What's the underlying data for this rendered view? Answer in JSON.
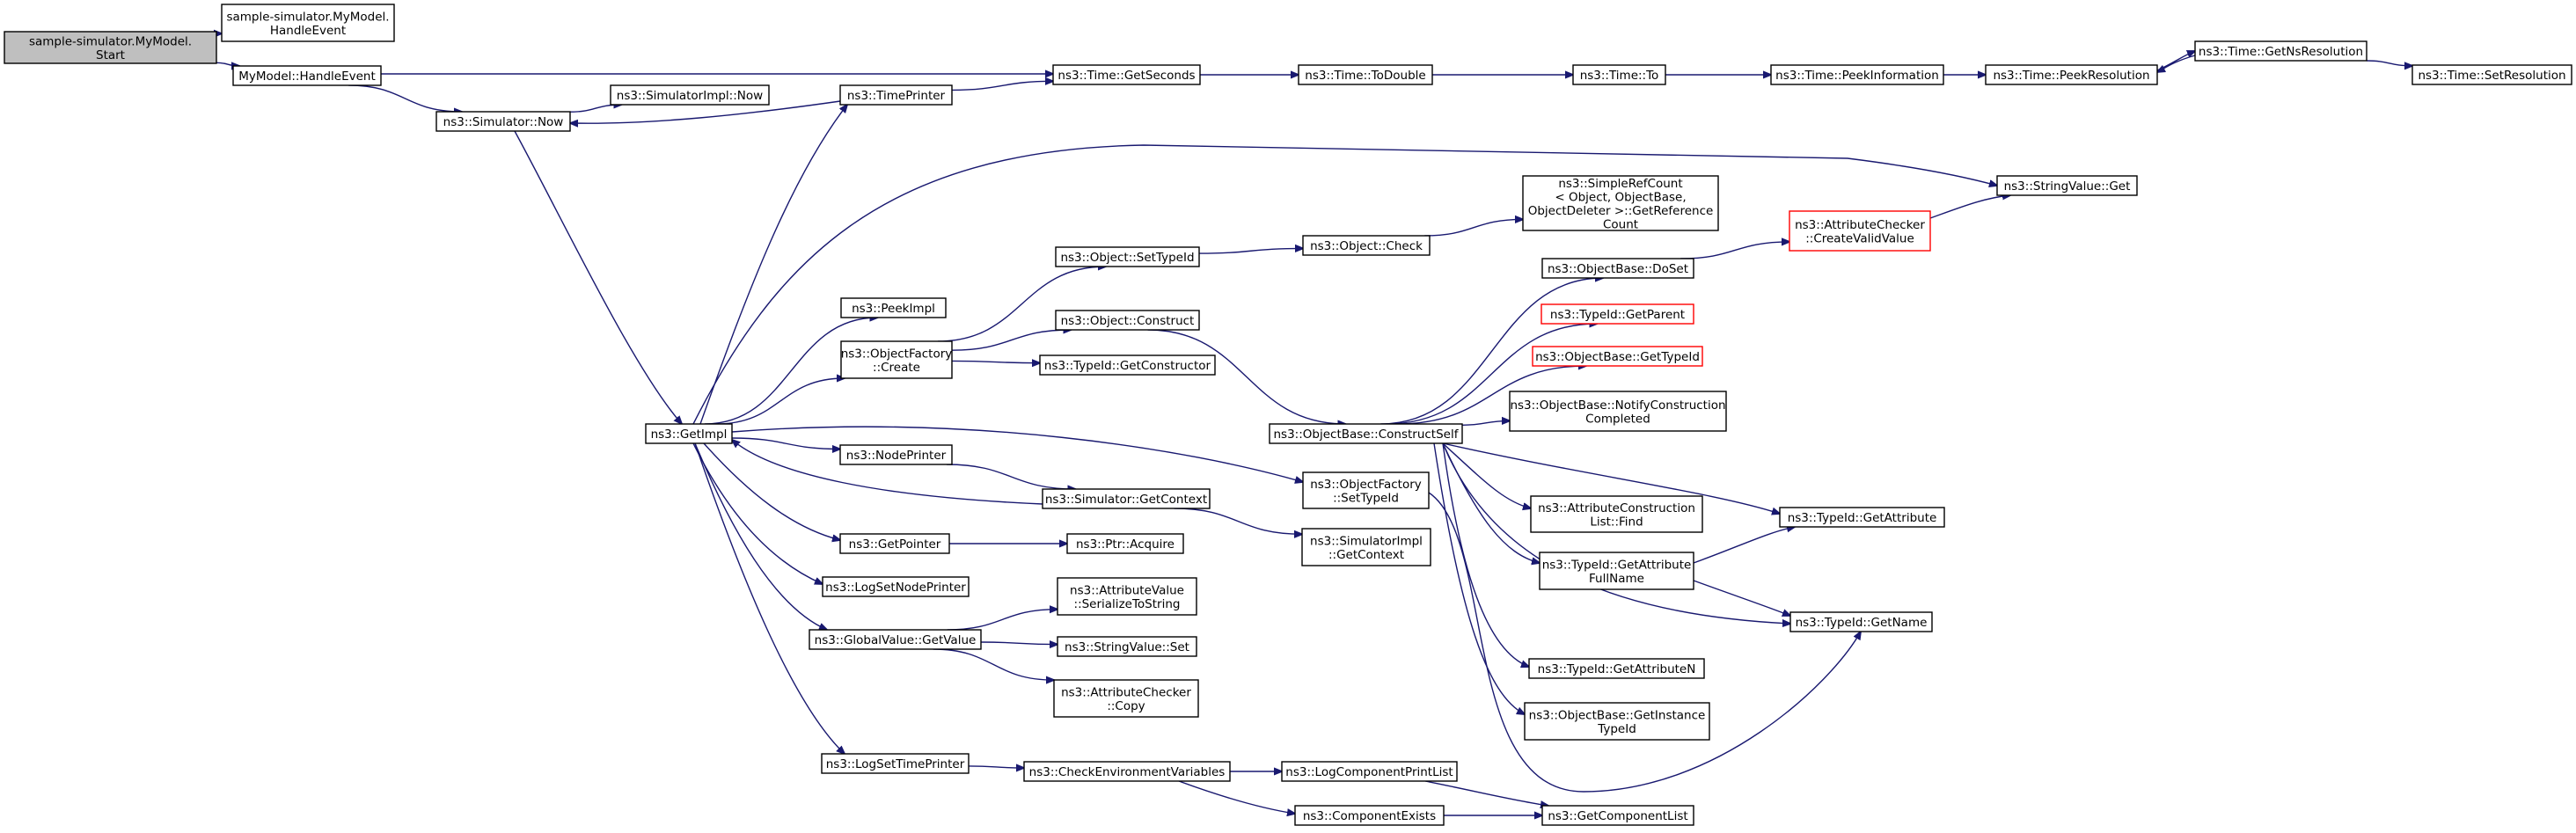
{
  "colors": {
    "edge": "#191970",
    "node_border": "#000000",
    "root_fill": "#bfbfbf",
    "truncated_border": "#ff0000",
    "background": "#ffffff"
  },
  "nodes": [
    {
      "id": "root",
      "lines": [
        "sample-simulator.MyModel.",
        "Start"
      ],
      "kind": "root"
    },
    {
      "id": "sm_handle",
      "lines": [
        "sample-simulator.MyModel.",
        "HandleEvent"
      ]
    },
    {
      "id": "mm_handle",
      "lines": [
        "MyModel::HandleEvent"
      ]
    },
    {
      "id": "sim_now",
      "lines": [
        "ns3::Simulator::Now"
      ]
    },
    {
      "id": "simimpl_now",
      "lines": [
        "ns3::SimulatorImpl::Now"
      ]
    },
    {
      "id": "timeprinter",
      "lines": [
        "ns3::TimePrinter"
      ]
    },
    {
      "id": "getseconds",
      "lines": [
        "ns3::Time::GetSeconds"
      ]
    },
    {
      "id": "todouble",
      "lines": [
        "ns3::Time::ToDouble"
      ]
    },
    {
      "id": "to",
      "lines": [
        "ns3::Time::To"
      ]
    },
    {
      "id": "peekinfo",
      "lines": [
        "ns3::Time::PeekInformation"
      ]
    },
    {
      "id": "peekres",
      "lines": [
        "ns3::Time::PeekResolution"
      ]
    },
    {
      "id": "getnsres",
      "lines": [
        "ns3::Time::GetNsResolution"
      ]
    },
    {
      "id": "setres",
      "lines": [
        "ns3::Time::SetResolution"
      ]
    },
    {
      "id": "stringvalue_get",
      "lines": [
        "ns3::StringValue::Get"
      ]
    },
    {
      "id": "simplerefcount",
      "lines": [
        "ns3::SimpleRefCount",
        "< Object, ObjectBase,",
        " ObjectDeleter >::GetReference",
        "Count"
      ]
    },
    {
      "id": "createvalid",
      "lines": [
        "ns3::AttributeChecker",
        "::CreateValidValue"
      ],
      "kind": "trunc"
    },
    {
      "id": "obj_settypeid",
      "lines": [
        "ns3::Object::SetTypeId"
      ]
    },
    {
      "id": "obj_check",
      "lines": [
        "ns3::Object::Check"
      ]
    },
    {
      "id": "doset",
      "lines": [
        "ns3::ObjectBase::DoSet"
      ]
    },
    {
      "id": "getparent",
      "lines": [
        "ns3::TypeId::GetParent"
      ],
      "kind": "trunc"
    },
    {
      "id": "peekimpl",
      "lines": [
        "ns3::PeekImpl"
      ]
    },
    {
      "id": "obj_construct",
      "lines": [
        "ns3::Object::Construct"
      ]
    },
    {
      "id": "objfactory_create",
      "lines": [
        "ns3::ObjectFactory",
        "::Create"
      ]
    },
    {
      "id": "getconstructor",
      "lines": [
        "ns3::TypeId::GetConstructor"
      ]
    },
    {
      "id": "ob_gettypeid",
      "lines": [
        "ns3::ObjectBase::GetTypeId"
      ],
      "kind": "trunc"
    },
    {
      "id": "notifycc",
      "lines": [
        "ns3::ObjectBase::NotifyConstruction",
        "Completed"
      ]
    },
    {
      "id": "getimpl",
      "lines": [
        "ns3::GetImpl"
      ]
    },
    {
      "id": "constructself",
      "lines": [
        "ns3::ObjectBase::ConstructSelf"
      ]
    },
    {
      "id": "nodeprinter",
      "lines": [
        "ns3::NodePrinter"
      ]
    },
    {
      "id": "of_settypeid",
      "lines": [
        "ns3::ObjectFactory",
        "::SetTypeId"
      ]
    },
    {
      "id": "sim_getcontext",
      "lines": [
        "ns3::Simulator::GetContext"
      ]
    },
    {
      "id": "acl_find",
      "lines": [
        "ns3::AttributeConstruction",
        "List::Find"
      ]
    },
    {
      "id": "tid_getattribute",
      "lines": [
        "ns3::TypeId::GetAttribute"
      ]
    },
    {
      "id": "simimpl_getcontext",
      "lines": [
        "ns3::SimulatorImpl",
        "::GetContext"
      ]
    },
    {
      "id": "getpointer",
      "lines": [
        "ns3::GetPointer"
      ]
    },
    {
      "id": "ptr_acquire",
      "lines": [
        "ns3::Ptr::Acquire"
      ]
    },
    {
      "id": "getattrfullname",
      "lines": [
        "ns3::TypeId::GetAttribute",
        "FullName"
      ]
    },
    {
      "id": "logsetnodeprinter",
      "lines": [
        "ns3::LogSetNodePrinter"
      ]
    },
    {
      "id": "av_serialize",
      "lines": [
        "ns3::AttributeValue",
        "::SerializeToString"
      ]
    },
    {
      "id": "tid_getname",
      "lines": [
        "ns3::TypeId::GetName"
      ]
    },
    {
      "id": "gv_getvalue",
      "lines": [
        "ns3::GlobalValue::GetValue"
      ]
    },
    {
      "id": "sv_set",
      "lines": [
        "ns3::StringValue::Set"
      ]
    },
    {
      "id": "getattributen",
      "lines": [
        "ns3::TypeId::GetAttributeN"
      ]
    },
    {
      "id": "ac_copy",
      "lines": [
        "ns3::AttributeChecker",
        "::Copy"
      ]
    },
    {
      "id": "getinstancetypeid",
      "lines": [
        "ns3::ObjectBase::GetInstance",
        "TypeId"
      ]
    },
    {
      "id": "logsettimeprinter",
      "lines": [
        "ns3::LogSetTimePrinter"
      ]
    },
    {
      "id": "checkenv",
      "lines": [
        "ns3::CheckEnvironmentVariables"
      ]
    },
    {
      "id": "logcompprint",
      "lines": [
        "ns3::LogComponentPrintList"
      ]
    },
    {
      "id": "compexists",
      "lines": [
        "ns3::ComponentExists"
      ]
    },
    {
      "id": "getcomplist",
      "lines": [
        "ns3::GetComponentList"
      ]
    }
  ],
  "edges": [
    [
      "root",
      "sm_handle"
    ],
    [
      "root",
      "mm_handle"
    ],
    [
      "mm_handle",
      "getseconds"
    ],
    [
      "mm_handle",
      "sim_now"
    ],
    [
      "sim_now",
      "simimpl_now"
    ],
    [
      "sim_now",
      "getimpl"
    ],
    [
      "timeprinter",
      "getseconds"
    ],
    [
      "timeprinter",
      "sim_now"
    ],
    [
      "getseconds",
      "todouble"
    ],
    [
      "todouble",
      "to"
    ],
    [
      "to",
      "peekinfo"
    ],
    [
      "peekinfo",
      "peekres"
    ],
    [
      "peekres",
      "getnsres"
    ],
    [
      "getnsres",
      "peekres"
    ],
    [
      "getnsres",
      "setres"
    ],
    [
      "getimpl",
      "timeprinter"
    ],
    [
      "getimpl",
      "stringvalue_get"
    ],
    [
      "getimpl",
      "peekimpl"
    ],
    [
      "getimpl",
      "objfactory_create"
    ],
    [
      "getimpl",
      "nodeprinter"
    ],
    [
      "getimpl",
      "of_settypeid"
    ],
    [
      "getimpl",
      "getpointer"
    ],
    [
      "getimpl",
      "logsetnodeprinter"
    ],
    [
      "getimpl",
      "gv_getvalue"
    ],
    [
      "getimpl",
      "logsettimeprinter"
    ],
    [
      "objfactory_create",
      "obj_settypeid"
    ],
    [
      "objfactory_create",
      "obj_construct"
    ],
    [
      "objfactory_create",
      "getconstructor"
    ],
    [
      "obj_settypeid",
      "obj_check"
    ],
    [
      "obj_check",
      "simplerefcount"
    ],
    [
      "obj_construct",
      "constructself"
    ],
    [
      "constructself",
      "doset"
    ],
    [
      "constructself",
      "getparent"
    ],
    [
      "constructself",
      "ob_gettypeid"
    ],
    [
      "constructself",
      "notifycc"
    ],
    [
      "constructself",
      "acl_find"
    ],
    [
      "constructself",
      "tid_getattribute"
    ],
    [
      "constructself",
      "getattrfullname"
    ],
    [
      "constructself",
      "tid_getname"
    ],
    [
      "constructself",
      "getattributen"
    ],
    [
      "constructself",
      "getinstancetypeid"
    ],
    [
      "doset",
      "createvalid"
    ],
    [
      "createvalid",
      "stringvalue_get"
    ],
    [
      "nodeprinter",
      "sim_getcontext"
    ],
    [
      "sim_getcontext",
      "getimpl"
    ],
    [
      "sim_getcontext",
      "simimpl_getcontext"
    ],
    [
      "of_settypeid",
      "tid_getname"
    ],
    [
      "getpointer",
      "ptr_acquire"
    ],
    [
      "getattrfullname",
      "tid_getattribute"
    ],
    [
      "getattrfullname",
      "tid_getname"
    ],
    [
      "gv_getvalue",
      "av_serialize"
    ],
    [
      "gv_getvalue",
      "sv_set"
    ],
    [
      "gv_getvalue",
      "ac_copy"
    ],
    [
      "logsettimeprinter",
      "checkenv"
    ],
    [
      "checkenv",
      "logcompprint"
    ],
    [
      "checkenv",
      "compexists"
    ],
    [
      "logcompprint",
      "getcomplist"
    ],
    [
      "compexists",
      "getcomplist"
    ]
  ]
}
